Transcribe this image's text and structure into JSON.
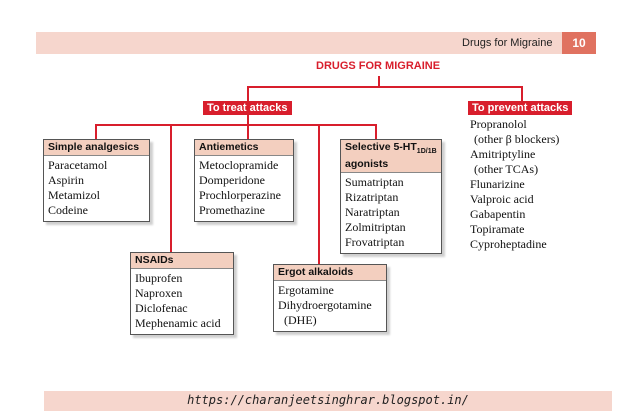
{
  "header": {
    "title": "Drugs for Migraine",
    "page_number": "10"
  },
  "diagram": {
    "title": "DRUGS FOR MIGRAINE",
    "treat_label": "To treat attacks",
    "prevent_label": "To prevent attacks",
    "simple_analgesics": {
      "heading": "Simple analgesics",
      "items": [
        "Paracetamol",
        "Aspirin",
        "Metamizol",
        "Codeine"
      ]
    },
    "nsaids": {
      "heading": "NSAIDs",
      "items": [
        "Ibuprofen",
        "Naproxen",
        "Diclofenac",
        "Mephenamic acid"
      ]
    },
    "antiemetics": {
      "heading": "Antiemetics",
      "items": [
        "Metoclopramide",
        "Domperidone",
        "Prochlorperazine",
        "Promethazine"
      ]
    },
    "ergot_alkaloids": {
      "heading": "Ergot alkaloids",
      "items": [
        "Ergotamine",
        "Dihydroergotamine",
        "(DHE)"
      ]
    },
    "triptans": {
      "heading_main": "Selective 5-HT",
      "heading_sub": "1D/1B",
      "heading_line2": "agonists",
      "items": [
        "Sumatriptan",
        "Rizatriptan",
        "Naratriptan",
        "Zolmitriptan",
        "Frovatriptan"
      ]
    },
    "prevent": {
      "items": [
        "Propranolol",
        "(other β blockers)",
        "Amitriptyline",
        "(other TCAs)",
        "Flunarizine",
        "Valproic acid",
        "Gabapentin",
        "Topiramate",
        "Cyproheptadine"
      ]
    }
  },
  "footer": {
    "url": "https://charanjeetsinghrar.blogspot.in/"
  },
  "colors": {
    "accent_red": "#d81e2c",
    "header_band": "#f6d6cd",
    "box_heading": "#f3cfbf",
    "badge": "#e07260"
  }
}
